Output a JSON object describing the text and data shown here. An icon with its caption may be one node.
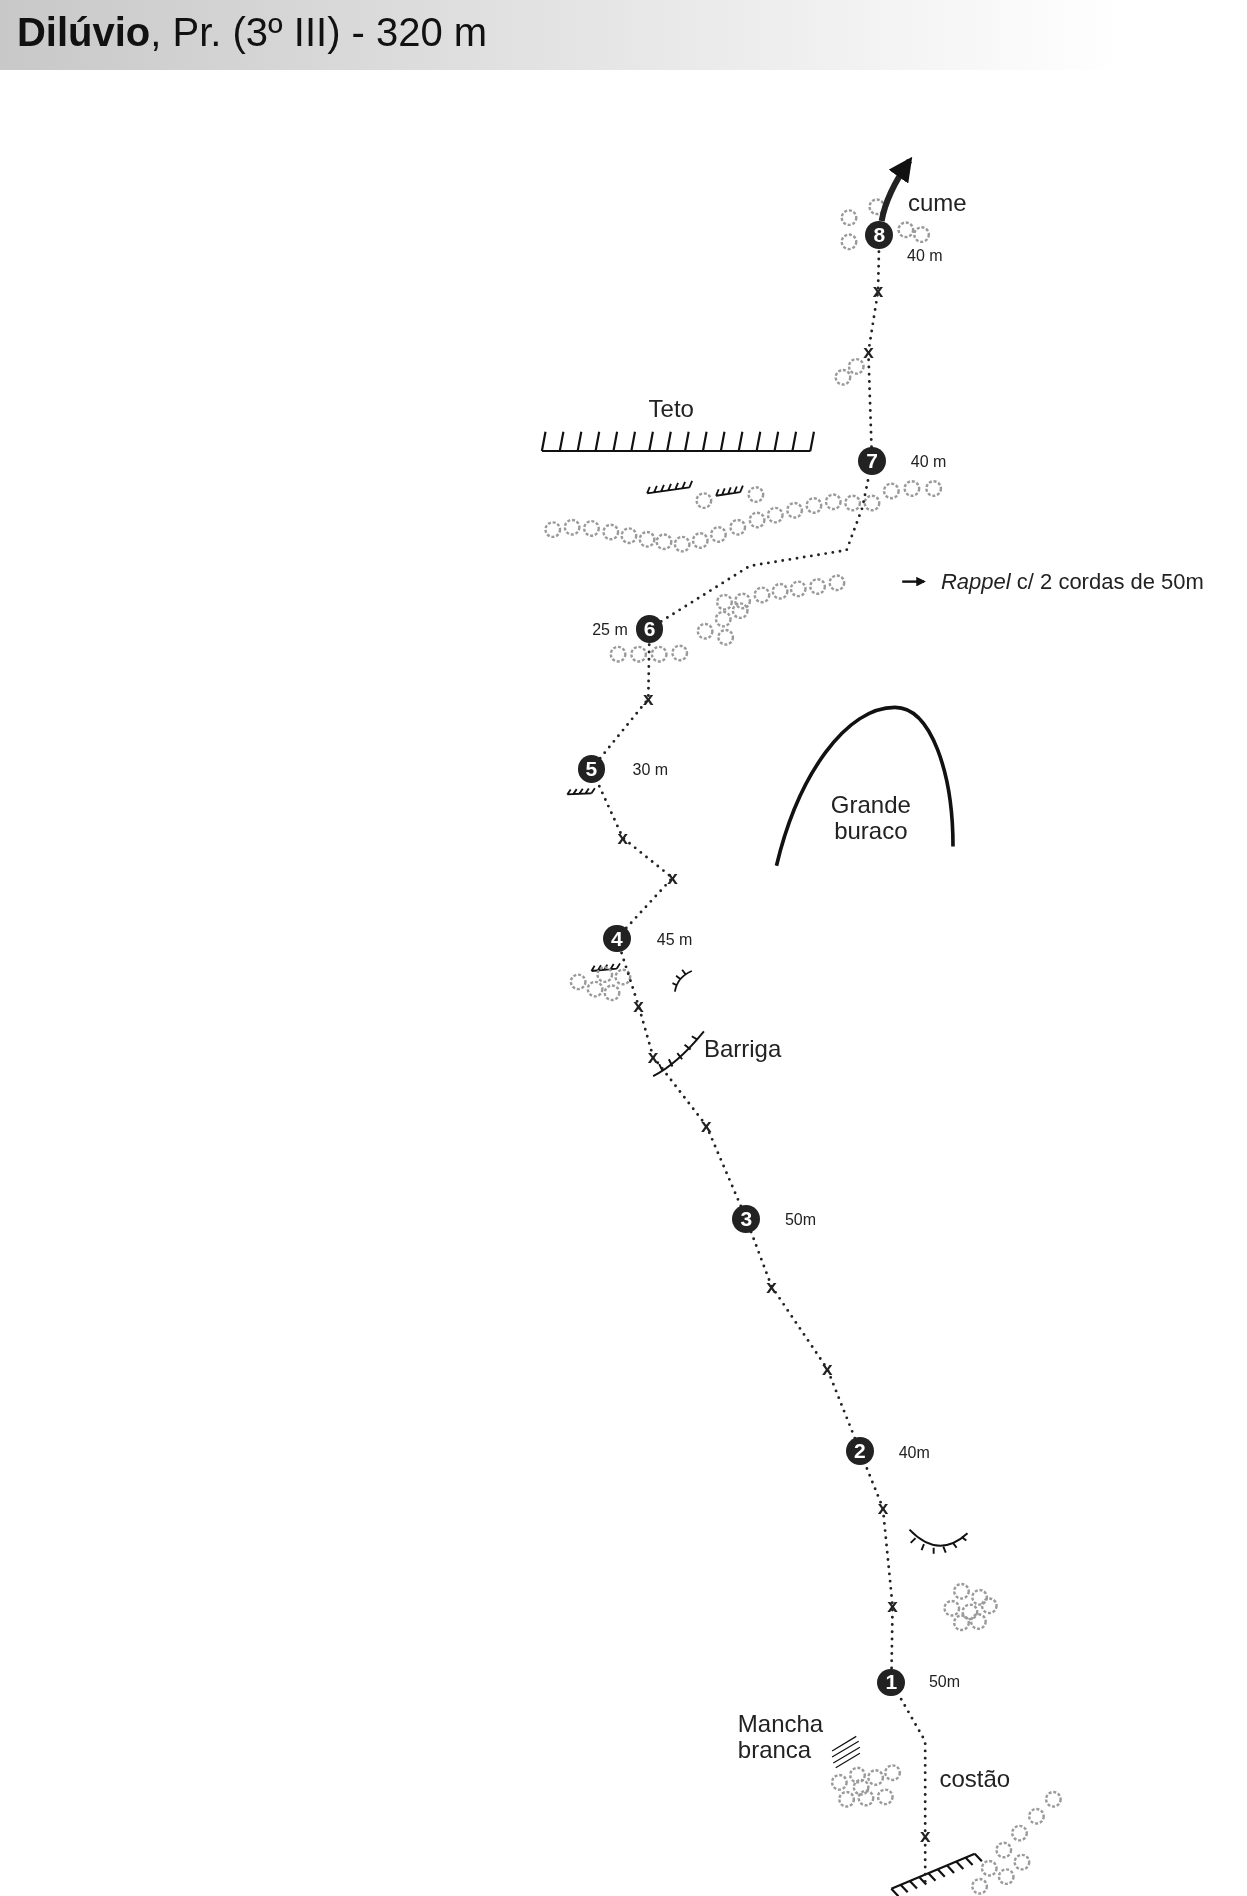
{
  "diagram": {
    "title": "**Dilúvio**, Pr. (3º III) - 320 m",
    "nodes": [
      {
        "text": [
          "1"
        ],
        "beside": [
          "50m"
        ]
      },
      {
        "text": [
          "2"
        ],
        "beside": [
          "40m"
        ]
      },
      {
        "text": [
          "3"
        ],
        "beside": [
          "50m"
        ]
      },
      {
        "text": [
          "4"
        ],
        "beside": [
          "45 m"
        ]
      },
      {
        "text": [
          "5"
        ],
        "beside": [
          "30 m"
        ]
      },
      {
        "text": [
          "6"
        ],
        "beside": [
          "25 m"
        ]
      },
      {
        "text": [
          "7"
        ],
        "beside": [
          "40 m"
        ]
      },
      {
        "text": [
          "8"
        ],
        "beside": [
          "40 m"
        ]
      }
    ],
    "edges": [
      {
        "from": null,
        "to": 0,
        "arrow": "none",
        "style": "dashed"
      },
      {
        "from": 0,
        "to": 1,
        "arrow": "none",
        "style": "dashed"
      },
      {
        "from": 1,
        "to": 2,
        "arrow": "none",
        "style": "dashed"
      },
      {
        "from": 2,
        "to": 3,
        "arrow": "none",
        "style": "dashed"
      },
      {
        "from": 3,
        "to": 4,
        "arrow": "none",
        "style": "dashed"
      },
      {
        "from": 4,
        "to": 5,
        "arrow": "none",
        "style": "dashed"
      },
      {
        "from": 5,
        "to": 6,
        "arrow": "none",
        "style": "dashed"
      },
      {
        "from": 6,
        "to": 7,
        "arrow": "none",
        "style": "dashed"
      },
      {
        "from": 7,
        "to": null,
        "arrow": "to",
        "style": "thick"
      }
    ],
    "labels": [
      "cume",
      "x",
      "x",
      "Teto",
      "*Rappel* c/ 2 cordas de 50m",
      "x",
      "Grande buraco",
      "x",
      "x",
      "x",
      "Barriga",
      "x",
      "x",
      "x",
      "x",
      "x",
      "x",
      "Mancha branca",
      "costão",
      "x"
    ]
  }
}
